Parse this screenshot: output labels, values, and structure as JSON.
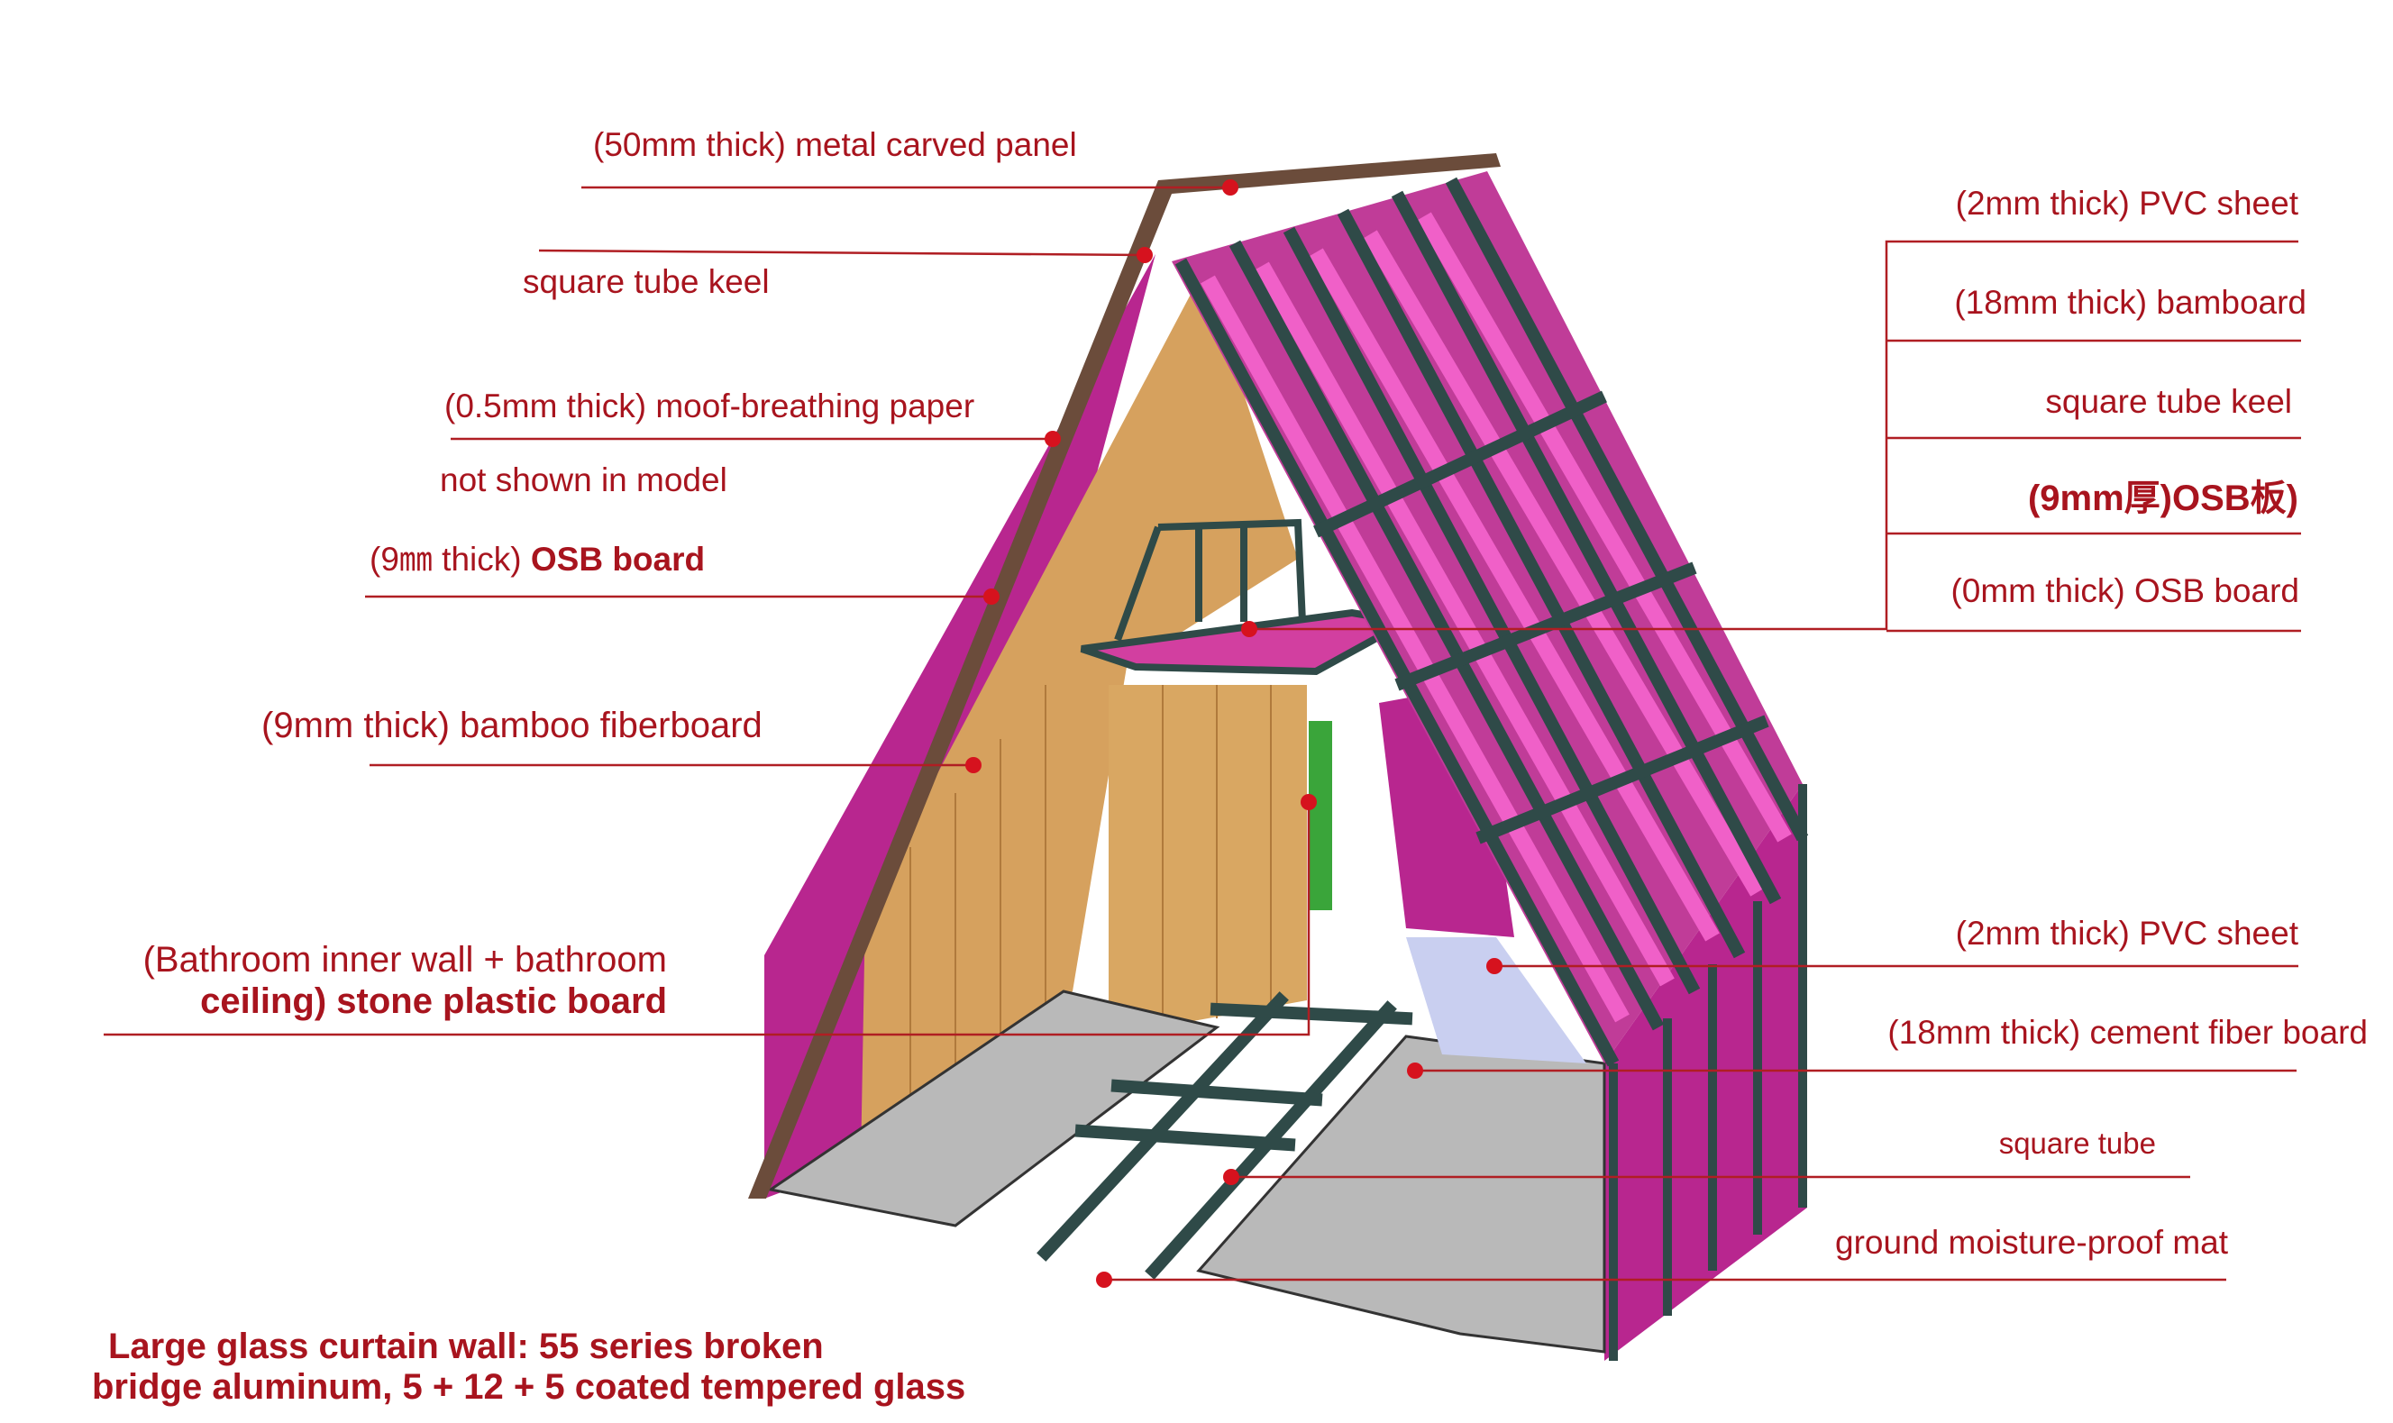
{
  "colors": {
    "label": "#a8141e",
    "leader_line": "#b01e23",
    "steel_frame": "#2f4a48",
    "osb_board": "#d23fa0",
    "pvc_strip": "#f060c8",
    "bamboo_fiberboard": "#d6a15e",
    "cement_floor": "#b9b9b9",
    "pvc_tile": "#c9cff0",
    "roof_panel": "#6b4c3b",
    "door": "#3aa53a"
  },
  "labels_left": {
    "metal_carved_panel": "(50mm thick) metal carved panel",
    "square_tube_keel": "square tube keel",
    "breathing_paper": "(0.5mm thick) moof-breathing paper",
    "not_shown": "not shown in model",
    "osb_board_prefix": "(9㎜ thick)",
    "osb_board_name": "OSB board",
    "bamboo_fiberboard": "(9mm thick) bamboo fiberboard",
    "bathroom_line1": "(Bathroom inner wall + bathroom",
    "bathroom_line2": "ceiling) stone plastic board"
  },
  "labels_right": {
    "pvc_sheet_roof": "(2mm thick) PVC sheet",
    "bamboard": "(18mm thick)  bamboard",
    "square_tube_keel_roof": "square tube keel",
    "osb_cn": "(9mm厚)OSB板)",
    "osb_0mm": "(0mm thick) OSB board",
    "pvc_sheet_floor": "(2mm thick) PVC sheet",
    "cement_fiber_board": "(18mm thick) cement fiber board",
    "square_tube": "square tube",
    "moisture_mat": "ground moisture-proof mat"
  },
  "footer": {
    "line1": "Large glass curtain wall: 55 series broken",
    "line2": "bridge aluminum, 5 + 12 + 5 coated tempered glass"
  }
}
